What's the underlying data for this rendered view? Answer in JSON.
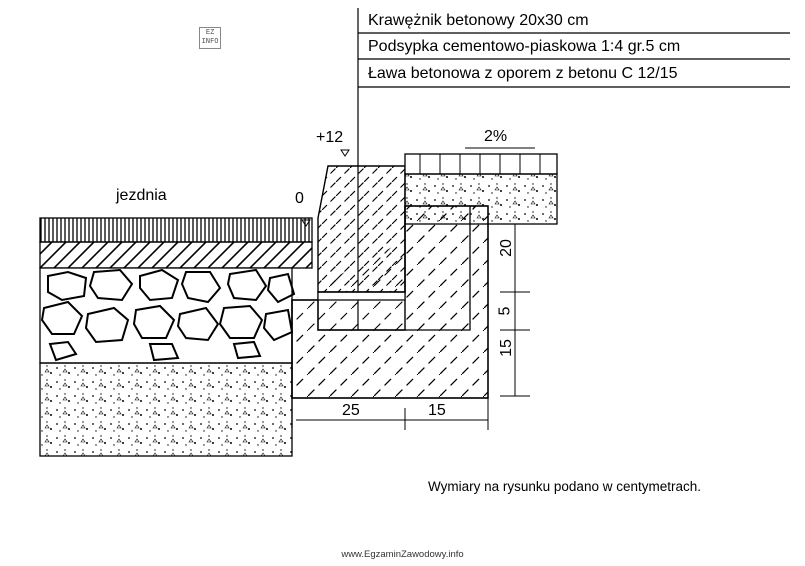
{
  "callouts": [
    "Krawężnik betonowy 20x30 cm",
    "Podsypka cementowo-piaskowa 1:4 gr.5 cm",
    "Ława betonowa z oporem z betonu C 12/15"
  ],
  "labels": {
    "roadway": "jezdnia",
    "level_zero": "0",
    "level_curb": "+12",
    "slope": "2%"
  },
  "dimensions": {
    "bench_width": "25",
    "buttress_width": "15",
    "buttress_height": "20",
    "bedding_thickness": "5",
    "base_thickness": "15"
  },
  "note": "Wymiary na rysunku podano w centymetrach.",
  "watermark": "www.EgzaminZawodowy.info",
  "logo_text": "EZ INFO"
}
